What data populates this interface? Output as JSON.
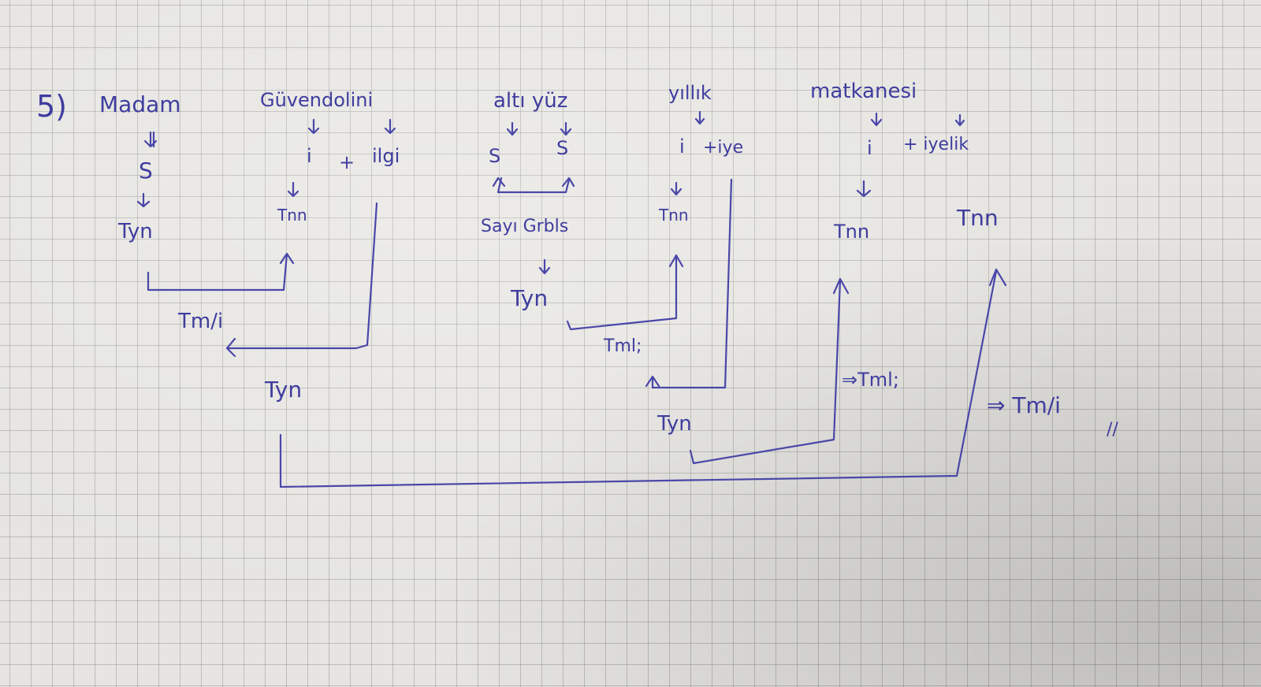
{
  "problem_number": "5)",
  "words": {
    "madem": "Madam",
    "guvendolini": "Güvendolini",
    "altiyuz": "altı yüz",
    "yillik": "yıllık",
    "makkanesi": "matkanesi"
  },
  "madem_parts": {
    "s": "S",
    "tyn": "Tyn"
  },
  "guvendolini_parts": {
    "i": "i",
    "plus": "+",
    "ilgi": "ilgi",
    "tnn": "Tnn",
    "tmli": "Tm/i",
    "tyn": "Tyn"
  },
  "altiyuz_parts": {
    "s1": "S",
    "s2": "S",
    "sayi_grubu": "Sayı Grbls",
    "tyn": "Tyn",
    "tmli": "Tml;"
  },
  "yillik_parts": {
    "i": "i",
    "tiye": "+iye",
    "tnn": "Tnn",
    "tyn": "Tyn"
  },
  "makkanesi_parts": {
    "i": "i",
    "iyelik": "+ iyelik",
    "tnn_left": "Tnn",
    "tnn_right": "Tnn",
    "tmli_1": "⇒Tml;",
    "tmli_2": "⇒ Tm/i"
  },
  "end_mark": "//",
  "colors": {
    "ink": "#3f3d9e",
    "paper": "#e6e5e1",
    "grid": "#8a8a8a"
  }
}
